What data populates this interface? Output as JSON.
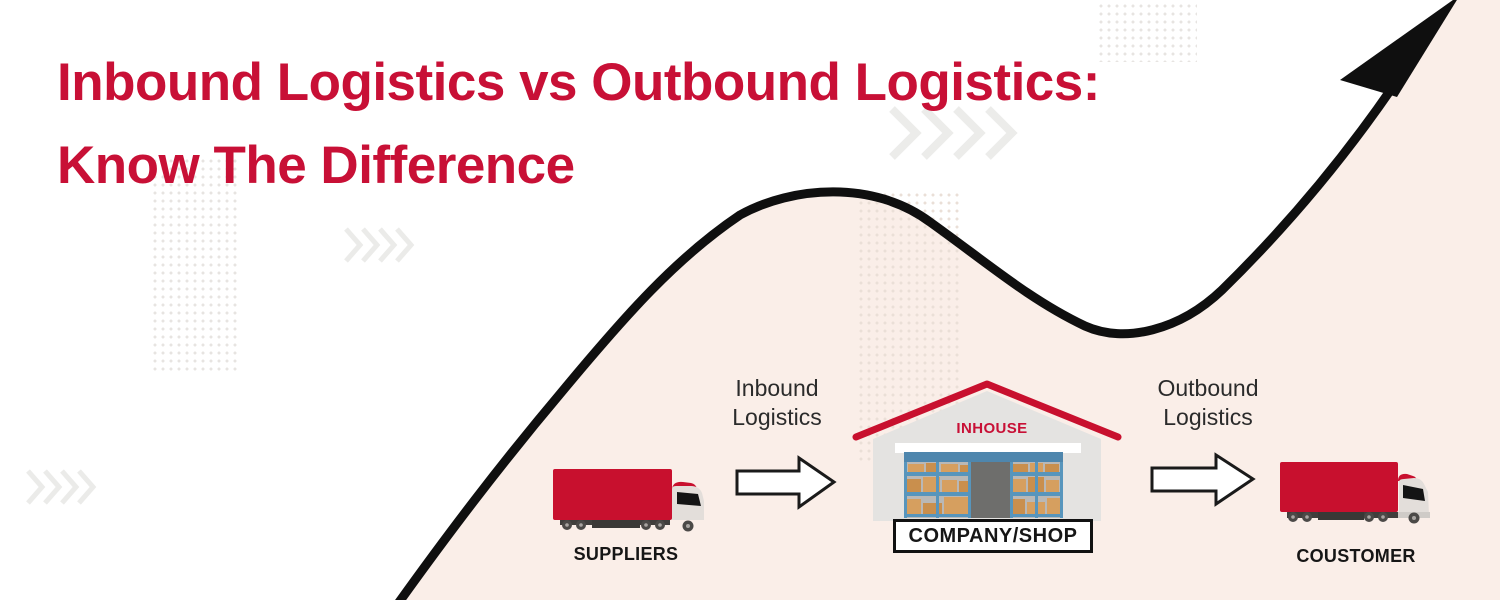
{
  "title": {
    "line1": "Inbound Logistics vs Outbound Logistics:",
    "line2": "Know The Difference"
  },
  "diagram": {
    "suppliers_label": "SUPPLIERS",
    "inbound": {
      "line1": "Inbound",
      "line2": "Logistics"
    },
    "warehouse": {
      "inhouse_label": "INHOUSE",
      "sign_label": "COMPANY/SHOP"
    },
    "outbound": {
      "line1": "Outbound",
      "line2": "Logistics"
    },
    "customer_label": "COUSTOMER"
  },
  "colors": {
    "title_red": "#C81036",
    "accent_red": "#C8102E",
    "peach_background": "#FAEEE8",
    "curve_black": "#0F0F0F",
    "shelf_blue": "#5795BC",
    "box_tan": "#D69F5F",
    "building_gray": "#E4E3E1",
    "decor_gray": "#EBEBE9"
  }
}
